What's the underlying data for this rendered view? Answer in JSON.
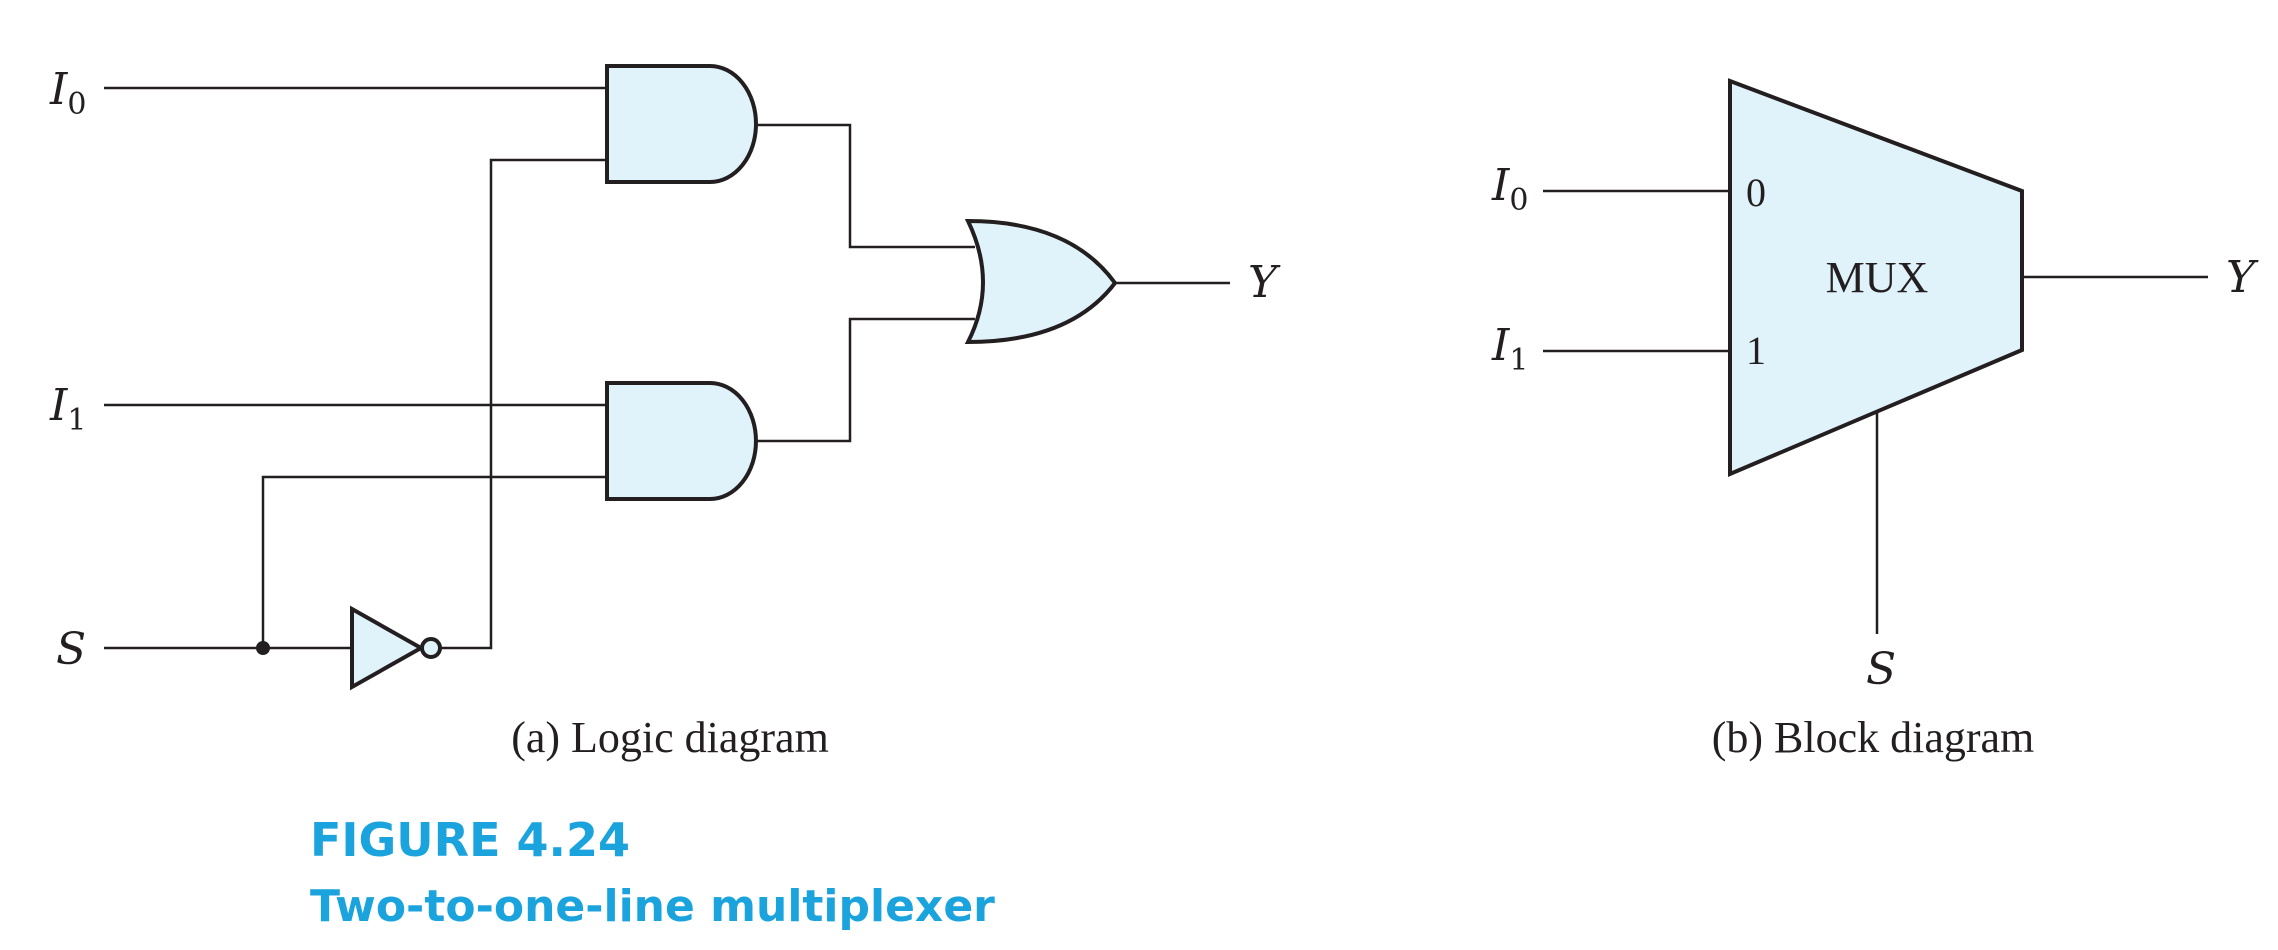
{
  "logic_diagram": {
    "inputs": [
      {
        "name": "I",
        "subscript": "0"
      },
      {
        "name": "I",
        "subscript": "1"
      },
      {
        "name": "S",
        "subscript": ""
      }
    ],
    "output": "Y",
    "caption": "(a) Logic diagram"
  },
  "block_diagram": {
    "inputs": [
      {
        "name": "I",
        "subscript": "0",
        "pin": "0"
      },
      {
        "name": "I",
        "subscript": "1",
        "pin": "1"
      }
    ],
    "select": "S",
    "block_label": "MUX",
    "output": "Y",
    "caption": "(b) Block diagram"
  },
  "figure": {
    "number": "FIGURE 4.24",
    "title": "Two-to-one-line multiplexer"
  },
  "colors": {
    "gate_fill": "#e0f2fa",
    "line": "#231f20",
    "figure_accent": "#1aa3dd"
  }
}
